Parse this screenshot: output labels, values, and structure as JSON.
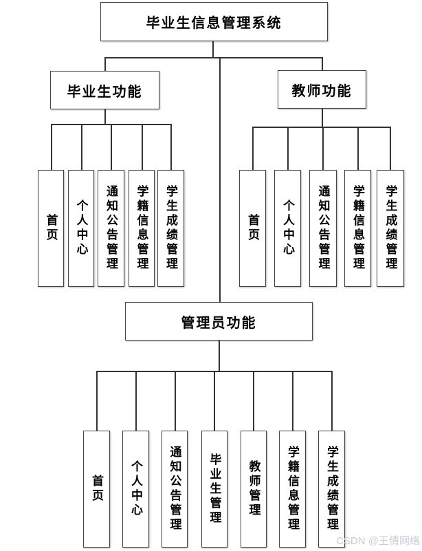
{
  "root": {
    "label": "毕业生信息管理系统"
  },
  "graduate": {
    "label": "毕业生功能",
    "children": [
      "首页",
      "个人中心",
      "通知公告管理",
      "学籍信息管理",
      "学生成绩管理"
    ]
  },
  "teacher": {
    "label": "教师功能",
    "children": [
      "首页",
      "个人中心",
      "通知公告管理",
      "学籍信息管理",
      "学生成绩管理"
    ]
  },
  "admin": {
    "label": "管理员功能",
    "children": [
      "首页",
      "个人中心",
      "通知公告管理",
      "毕业生管理",
      "教师管理",
      "学籍信息管理",
      "学生成绩管理"
    ]
  },
  "watermark": "CSDN @王倩网络",
  "colors": {
    "line": "#333333",
    "box_border": "#444444",
    "box_fill": "#ffffff",
    "text": "#000000",
    "watermark_text": "#c8cbd1",
    "background": "#ffffff"
  }
}
